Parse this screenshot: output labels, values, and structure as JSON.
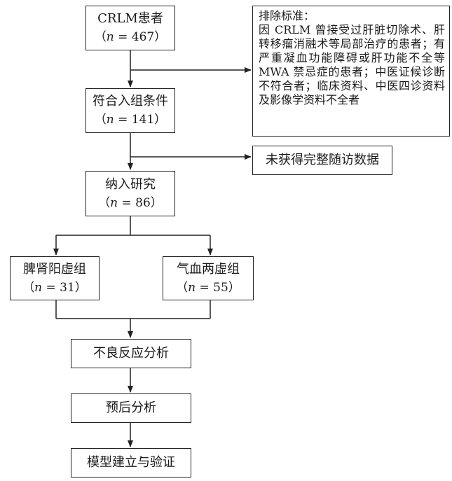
{
  "nodes": {
    "patients": {
      "title": "CRLM患者",
      "n_var": "n",
      "n_rest": " = 467",
      "open": "（",
      "close": "）"
    },
    "eligible": {
      "title": "符合入组条件",
      "n_var": "n",
      "n_rest": " = 141",
      "open": "（",
      "close": "）"
    },
    "enrolled": {
      "title": "纳入研究",
      "n_var": "n",
      "n_rest": " = 86",
      "open": "（",
      "close": "）"
    },
    "spleen_kidney_yang": {
      "title": "脾肾阳虚组",
      "n_var": "n",
      "n_rest": " = 31",
      "open": "（",
      "close": "）"
    },
    "qi_blood": {
      "title": "气血两虚组",
      "n_var": "n",
      "n_rest": " = 55",
      "open": "（",
      "close": "）"
    },
    "adverse": {
      "title": "不良反应分析"
    },
    "prognosis": {
      "title": "预后分析"
    },
    "model": {
      "title": "模型建立与验证"
    }
  },
  "exclusion": {
    "label": "排除标准：",
    "text": "因 CRLM 曾接受过肝脏切除术、肝转移瘤消融术等局部治疗的患者；有严重凝血功能障碍或肝功能不全等 MWA 禁忌症的患者；中医证候诊断不符合者；临床资料、中医四诊资料及影像学资料不全者"
  },
  "followup_missing": {
    "text": "未获得完整随访数据"
  }
}
